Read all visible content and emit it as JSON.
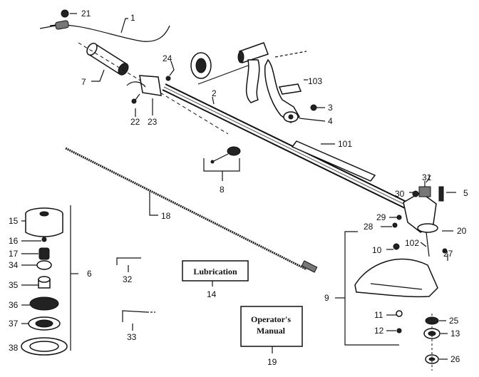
{
  "diagram": {
    "callouts": {
      "c1": "1",
      "c2": "2",
      "c3": "3",
      "c4": "4",
      "c5": "5",
      "c6": "6",
      "c7": "7",
      "c8": "8",
      "c9": "9",
      "c10": "10",
      "c11": "11",
      "c12": "12",
      "c13": "13",
      "c14": "14",
      "c15": "15",
      "c16": "16",
      "c17": "17",
      "c18": "18",
      "c19": "19",
      "c20": "20",
      "c21": "21",
      "c22": "22",
      "c23": "23",
      "c24": "24",
      "c25": "25",
      "c26": "26",
      "c27": "27",
      "c28": "28",
      "c29": "29",
      "c30": "30",
      "c31": "31",
      "c32": "32",
      "c33": "33",
      "c34": "34",
      "c35": "35",
      "c36": "36",
      "c37": "37",
      "c38": "38",
      "c101": "101",
      "c102": "102",
      "c103": "103"
    },
    "boxes": {
      "lubrication": "Lubrication",
      "manual_line1": "Operator's",
      "manual_line2": "Manual"
    }
  }
}
